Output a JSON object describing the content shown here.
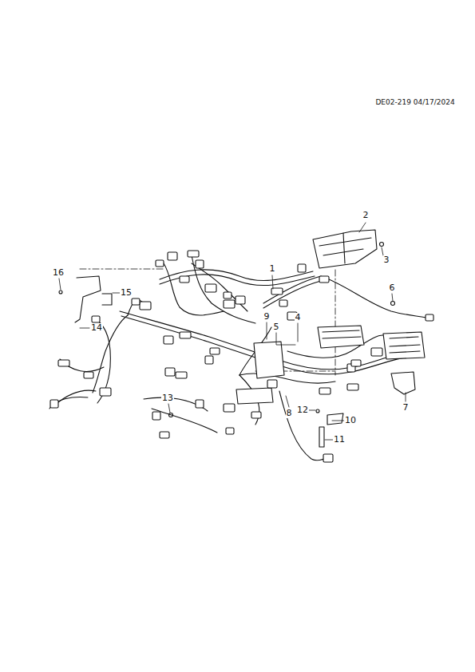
{
  "diagram": {
    "labels": [
      "DE02-219 04/17/2024",
      "2",
      "3",
      "1",
      "16",
      "15",
      "6",
      "9",
      "5",
      "4",
      "14",
      "7",
      "13",
      "12",
      "10",
      "8",
      "11"
    ]
  }
}
